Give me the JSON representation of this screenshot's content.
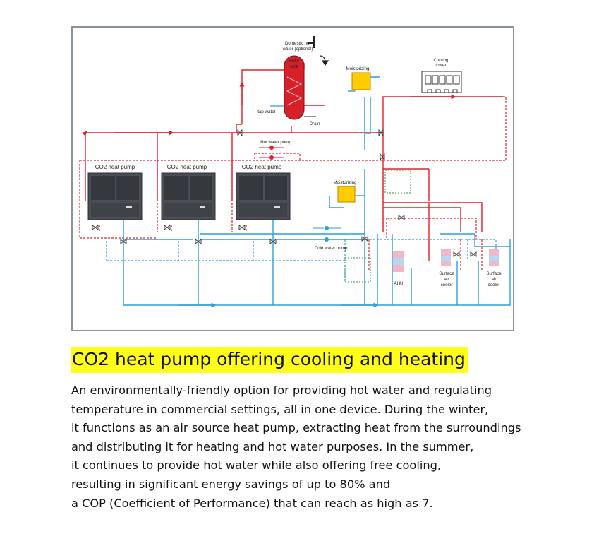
{
  "diagram": {
    "labels": {
      "domestic_hot_water": [
        "Domestic hot",
        "water (optional)"
      ],
      "water_tank": [
        "water",
        "tank"
      ],
      "cooling_tower": [
        "Cooling",
        "tower"
      ],
      "moisturizing_top": "Moisturizing",
      "moisturizing_mid": "Moisturizing",
      "tap_water": "tap water",
      "drain": "Drain",
      "hot_water_pump": "Hot water pump",
      "cold_water_pump": "Cold water pump",
      "heat_pumps": [
        "CO2 heat pump",
        "CO2 heat pump",
        "CO2 heat pump"
      ],
      "ahu": "AHU",
      "surface_air_cooler_1": [
        "Surface",
        "air",
        "cooler"
      ],
      "surface_air_cooler_2": [
        "Surface",
        "air",
        "cooler"
      ]
    },
    "colors": {
      "hot_line": "#e0202a",
      "cold_line": "#2a9fd8",
      "tank": "#d8202a",
      "moisturizer": "#ffcc00",
      "unit_body": "#4a4e54",
      "frame": "#8a929c"
    }
  },
  "headline": "CO2 heat pump offering cooling and heating",
  "description_lines": [
    "An environmentally-friendly option for providing hot water and regulating",
    "temperature in commercial settings, all in one device. During the winter,",
    "it functions as an air source heat pump, extracting heat from the surroundings",
    "and distributing it for heating and hot water purposes. In the summer,",
    "it continues to provide hot water while also offering free cooling,",
    "resulting in significant energy savings of up to 80% and",
    "a COP (Coefficient of Performance) that can reach as high as 7."
  ]
}
